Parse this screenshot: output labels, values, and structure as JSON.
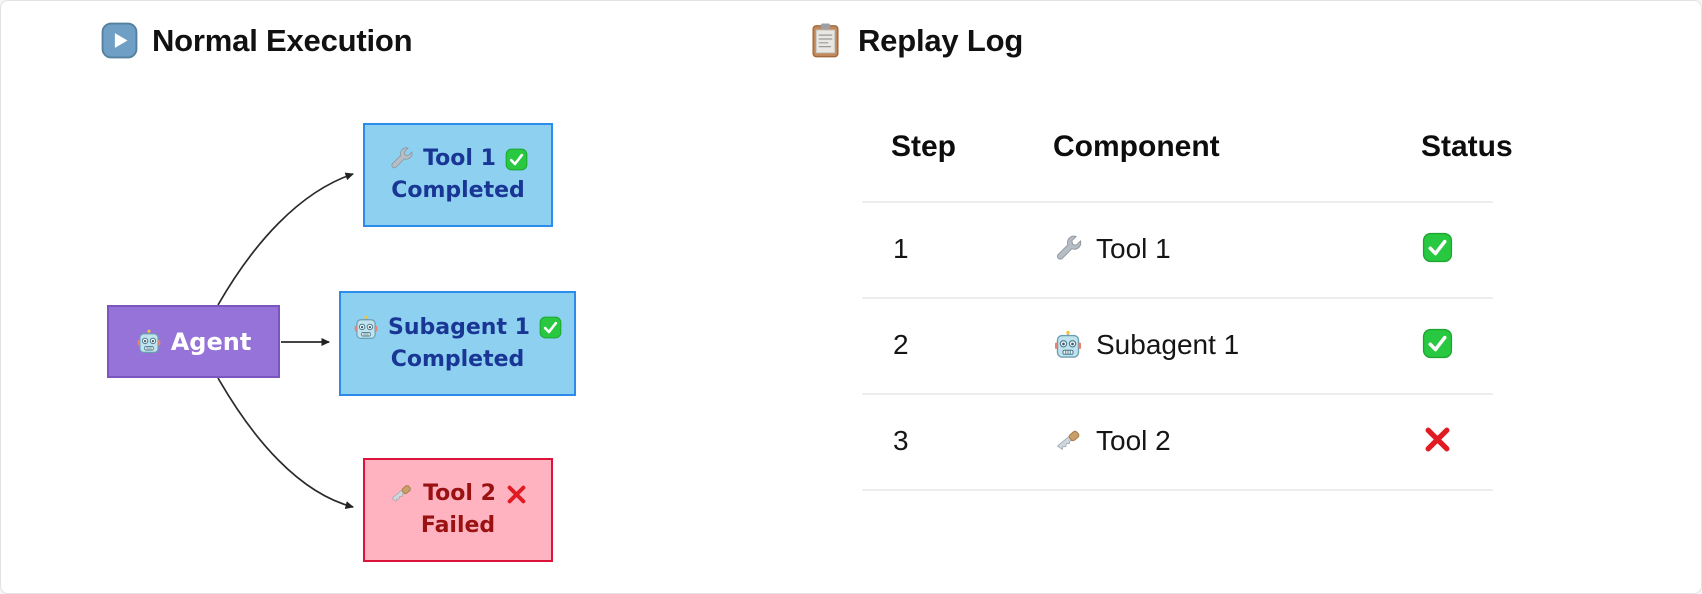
{
  "left_panel": {
    "title": {
      "icon": "play-icon",
      "label": "Normal Execution"
    },
    "nodes": {
      "agent": {
        "icon": "robot-icon",
        "label": "Agent",
        "fill": "#9673D9",
        "border": "#7B56BE",
        "text_color": "#FFFFFF"
      },
      "tool1": {
        "icon": "wrench-icon",
        "label": "Tool 1",
        "status_icon": "check-icon",
        "status": "Completed",
        "fill": "#8DD0F0",
        "border": "#2B8CEB",
        "text_color": "#1A3695"
      },
      "subagent1": {
        "icon": "robot-icon",
        "label": "Subagent 1",
        "status_icon": "check-icon",
        "status": "Completed",
        "fill": "#8DD0F0",
        "border": "#2B8CEB",
        "text_color": "#1A3695"
      },
      "tool2": {
        "icon": "saw-icon",
        "label": "Tool 2",
        "status_icon": "cross-icon",
        "status": "Failed",
        "fill": "#FFB3C0",
        "border": "#DC143C",
        "text_color": "#991111"
      }
    }
  },
  "right_panel": {
    "title": {
      "icon": "clipboard-icon",
      "label": "Replay Log"
    },
    "table": {
      "headers": [
        "Step",
        "Component",
        "Status"
      ],
      "rows": [
        {
          "step": "1",
          "component_icon": "wrench-icon",
          "component": "Tool 1",
          "status_icon": "check-icon"
        },
        {
          "step": "2",
          "component_icon": "robot-icon",
          "component": "Subagent 1",
          "status_icon": "check-icon"
        },
        {
          "step": "3",
          "component_icon": "saw-icon",
          "component": "Tool 2",
          "status_icon": "cross-icon"
        }
      ]
    }
  },
  "colors": {
    "success_green": "#28C840",
    "fail_red": "#E11B22",
    "node_blue_fill": "#8DD0F0",
    "node_blue_border": "#2B8CEB",
    "node_blue_text": "#1A3695",
    "node_pink_fill": "#FFB3C0",
    "node_pink_border": "#DC143C",
    "node_pink_text": "#991111",
    "agent_purple_fill": "#9673D9",
    "edge_color": "#2A2A2A",
    "divider_gray": "#ECEDED"
  }
}
